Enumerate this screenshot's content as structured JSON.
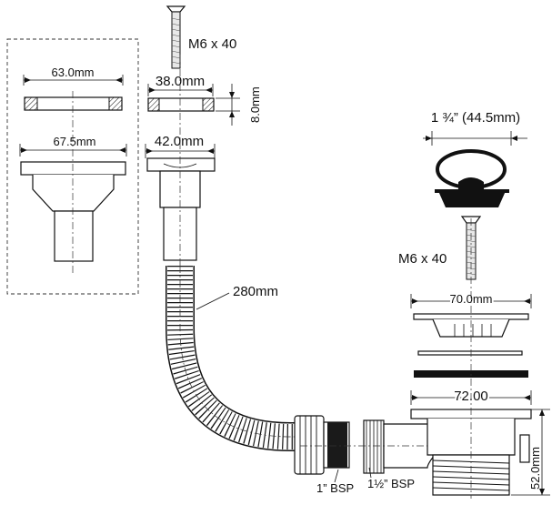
{
  "labels": {
    "screw_top": "M6 x 40",
    "ring_small": "38.0mm",
    "ring_height": "8.0mm",
    "ring_large": "63.0mm",
    "flange_large": "67.5mm",
    "flange_small": "42.0mm",
    "hose_length": "280mm",
    "plug_size": "1 ¾” (44.5mm)",
    "screw_right": "M6 x 40",
    "strainer": "70.0mm",
    "waste_body": "72.00",
    "waste_height": "52.0mm",
    "bsp_1": "1” BSP",
    "bsp_1_5": "1½” BSP"
  }
}
